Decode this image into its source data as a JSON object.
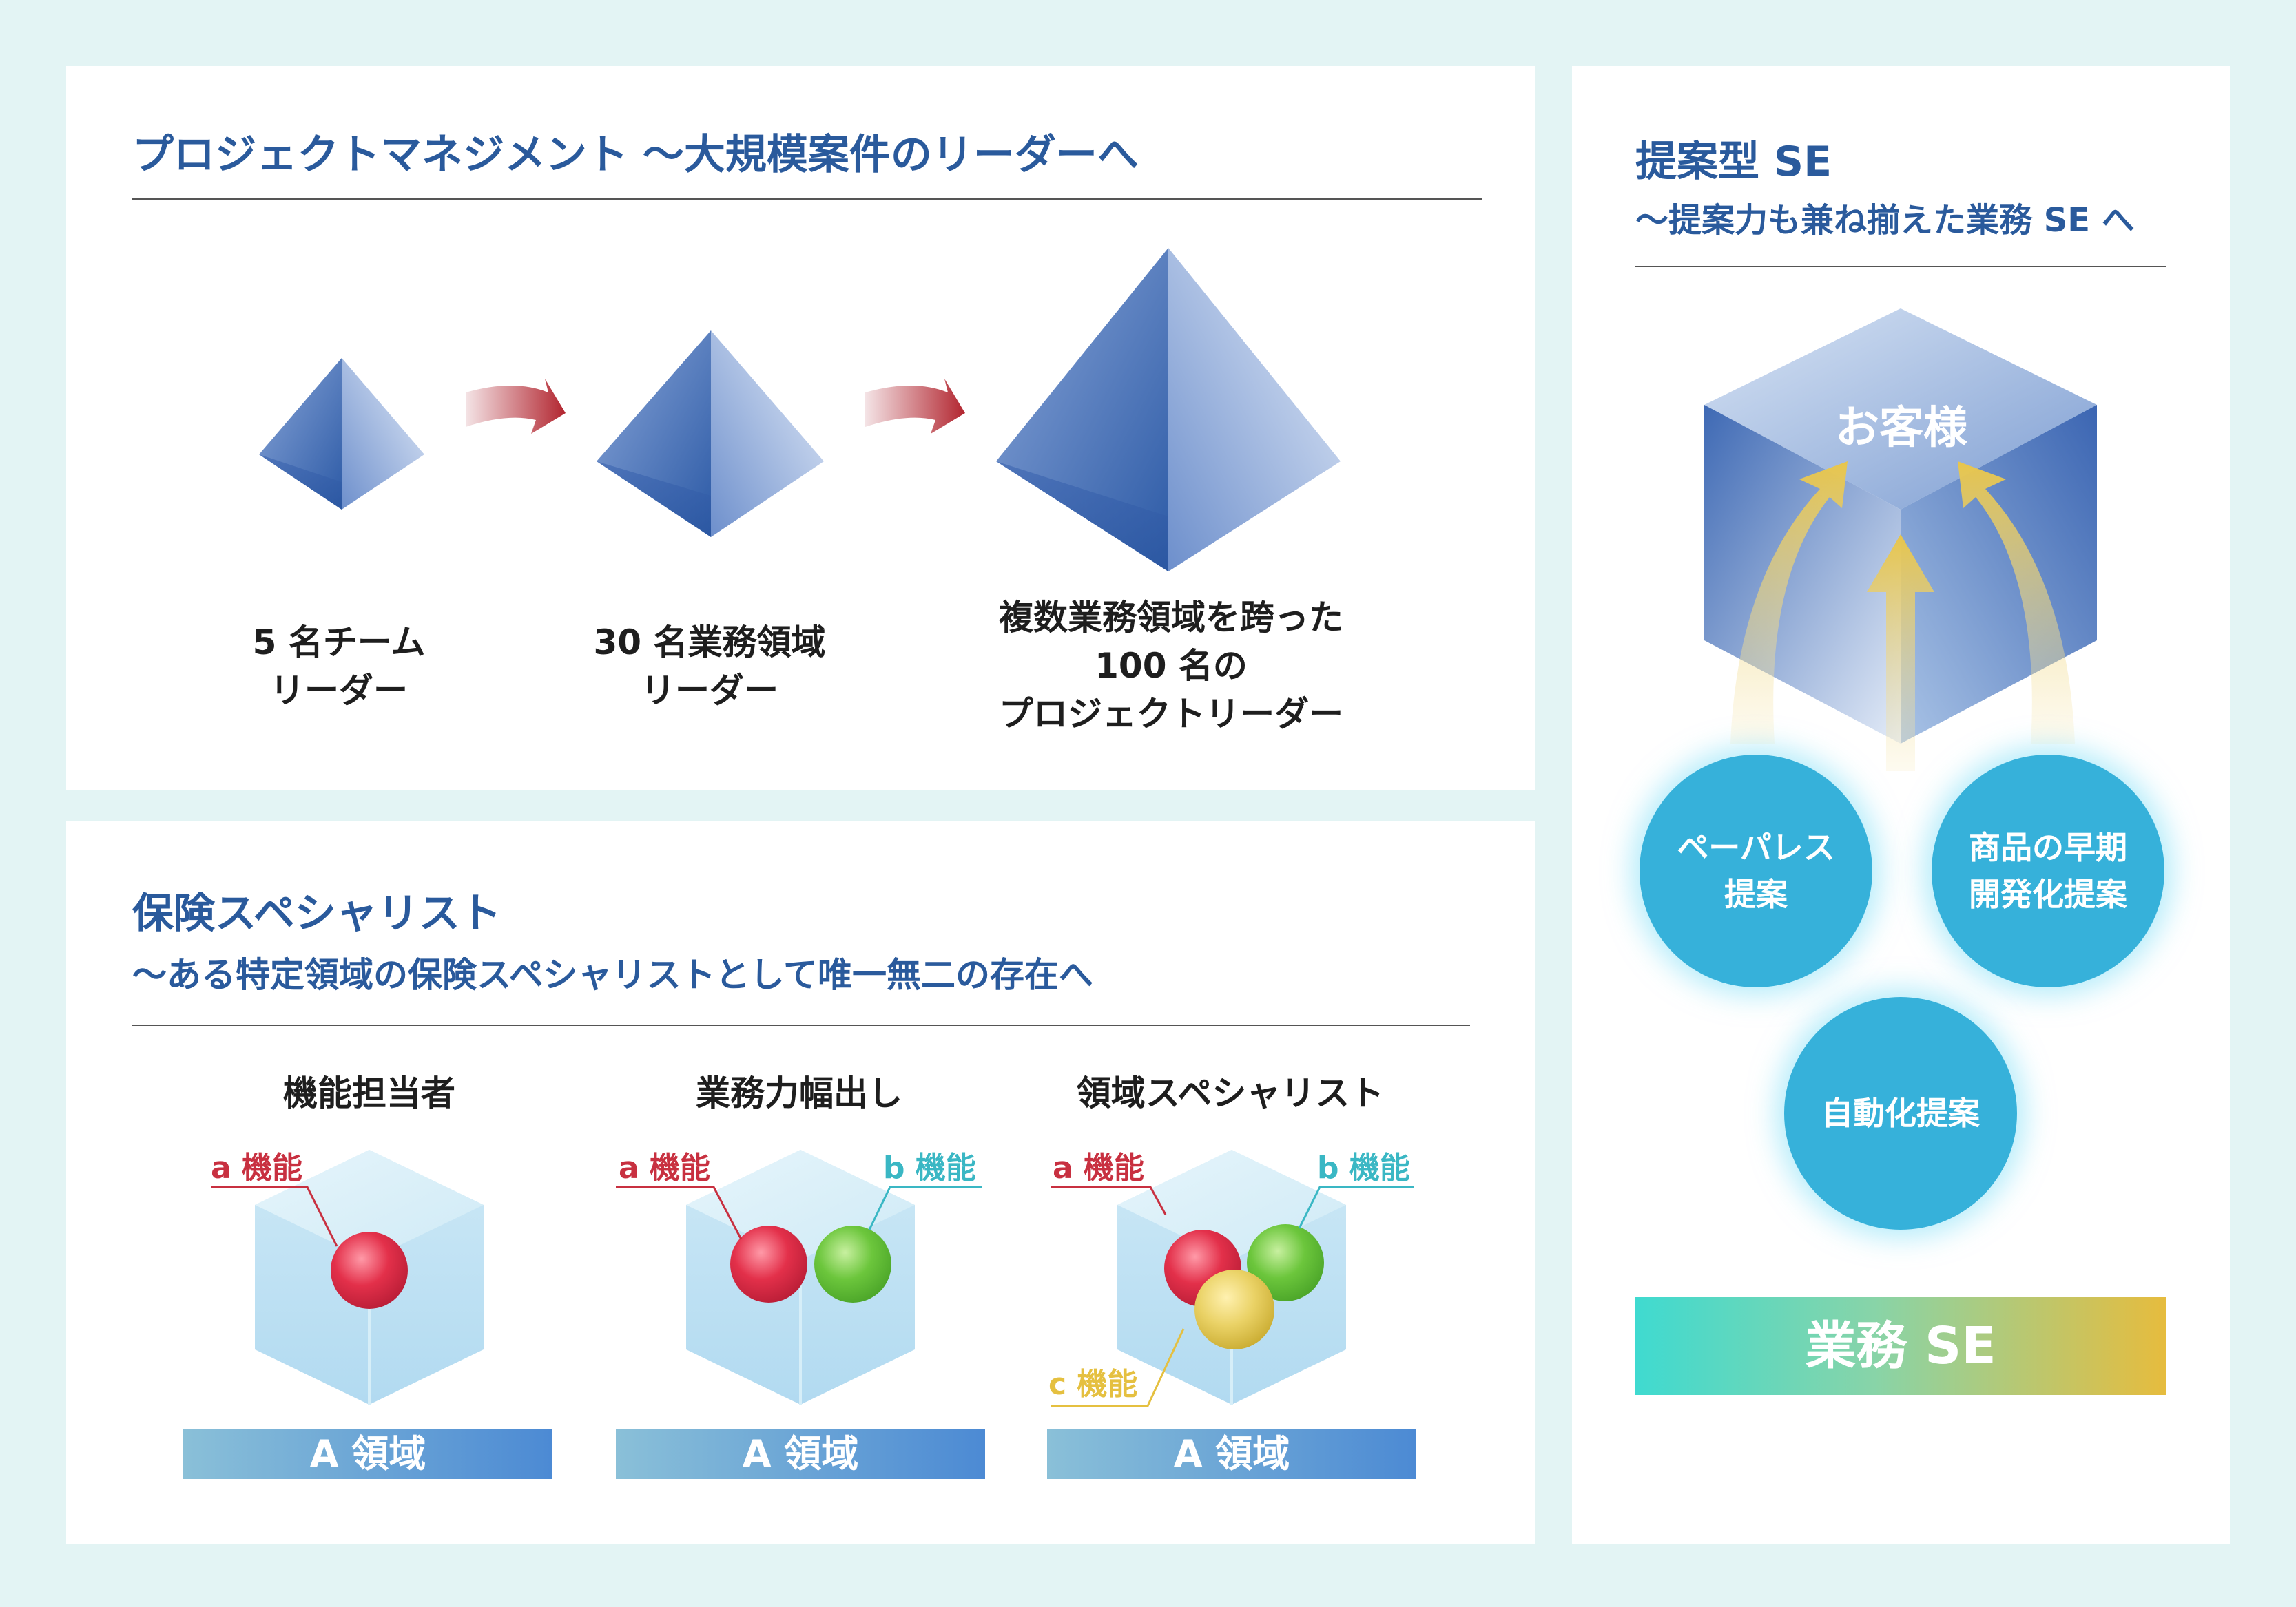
{
  "project_management": {
    "title": "プロジェクトマネジメント 〜大規模案件のリーダーへ",
    "stages": [
      {
        "line1": "5 名チーム",
        "line2": "リーダー",
        "line3": ""
      },
      {
        "line1": "30 名業務領域",
        "line2": "リーダー",
        "line3": ""
      },
      {
        "line1": "複数業務領域を跨った",
        "line2": "100 名の",
        "line3": "プロジェクトリーダー"
      }
    ]
  },
  "insurance": {
    "title": "保険スペシャリスト",
    "subtitle": "〜ある特定領域の保険スペシャリストとして唯一無二の存在へ",
    "columns": [
      {
        "heading": "機能担当者",
        "a_label": "a 機能",
        "b_label": "",
        "c_label": "",
        "domain": "A 領域"
      },
      {
        "heading": "業務力幅出し",
        "a_label": "a 機能",
        "b_label": "b 機能",
        "c_label": "",
        "domain": "A 領域"
      },
      {
        "heading": "領域スペシャリスト",
        "a_label": "a 機能",
        "b_label": "b 機能",
        "c_label": "c 機能",
        "domain": "A 領域"
      }
    ],
    "colors": {
      "a": "#c83040",
      "b": "#3ab7c4",
      "c": "#e5c040"
    }
  },
  "proposal_se": {
    "title": "提案型 SE",
    "subtitle": "〜提案力も兼ね揃えた業務 SE へ",
    "customer": "お客様",
    "proposals": {
      "left": {
        "line1": "ペーパレス",
        "line2": "提案"
      },
      "right": {
        "line1": "商品の早期",
        "line2": "開発化提案"
      },
      "bottom": {
        "line1": "自動化提案"
      }
    },
    "bottom_bar": "業務 SE"
  }
}
